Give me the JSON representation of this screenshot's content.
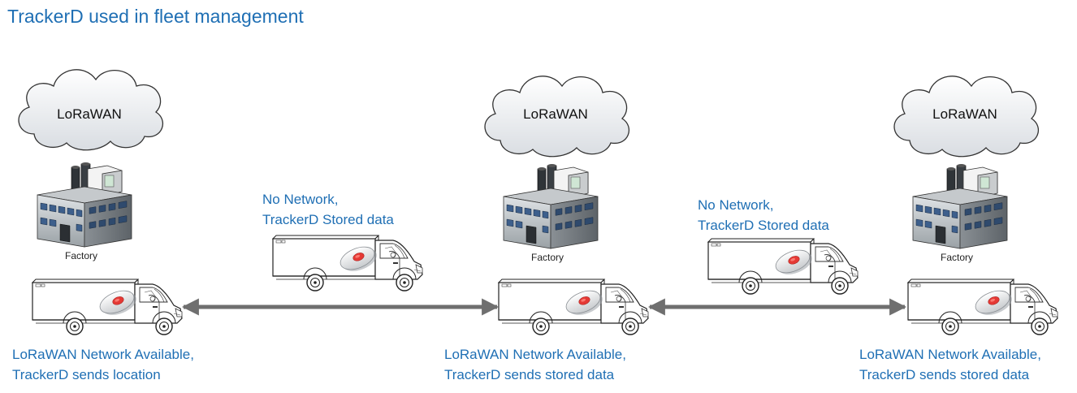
{
  "title": "TrackerD used in fleet management",
  "clouds": [
    {
      "label": "LoRaWAN"
    },
    {
      "label": "LoRaWAN"
    },
    {
      "label": "LoRaWAN"
    }
  ],
  "factories": [
    {
      "label": "Factory"
    },
    {
      "label": "Factory"
    },
    {
      "label": "Factory"
    }
  ],
  "stations": [
    {
      "line1": "LoRaWAN Network Available,",
      "line2": "TrackerD sends location"
    },
    {
      "line1": "LoRaWAN Network Available,",
      "line2": "TrackerD sends stored data"
    },
    {
      "line1": "LoRaWAN Network Available,",
      "line2": "TrackerD sends stored data"
    }
  ],
  "transit": [
    {
      "line1": "No Network,",
      "line2": "TrackerD Stored data"
    },
    {
      "line1": "No Network,",
      "line2": "TrackerD Stored data"
    }
  ],
  "colors": {
    "text_blue": "#1f6fb4",
    "arrow_gray": "#6f6f6f",
    "cloud_fill": "#e9ecef",
    "tracker_red": "#e53935"
  }
}
